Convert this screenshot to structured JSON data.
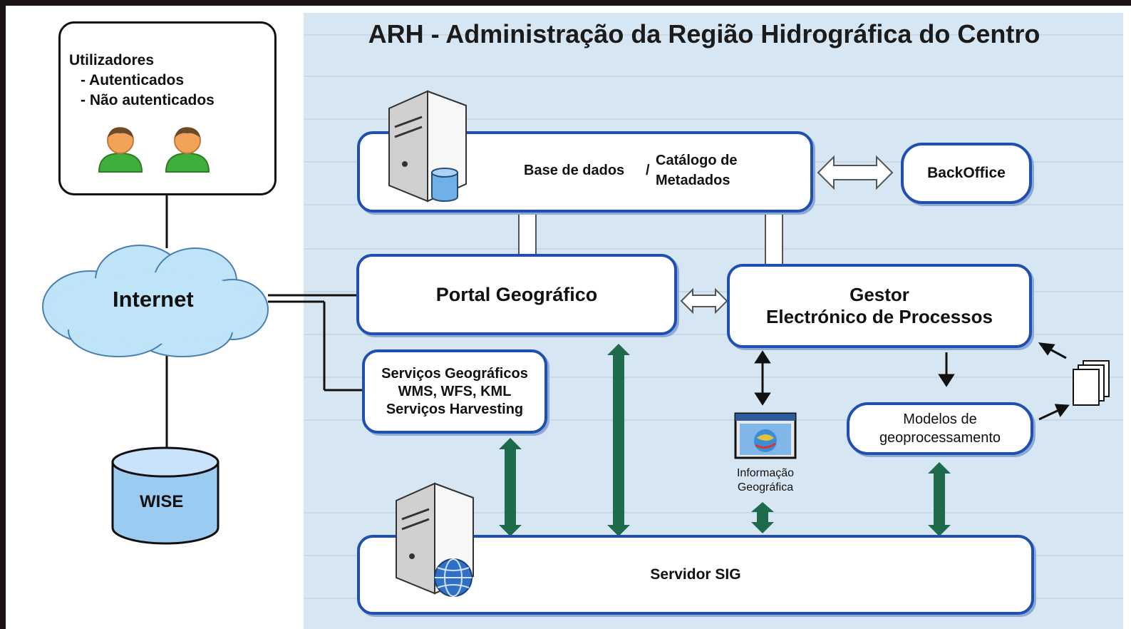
{
  "title": "ARH - Administração da Região Hidrográfica do Centro",
  "users": {
    "heading": "Utilizadores",
    "items": [
      "- Autenticados",
      "- Não autenticados"
    ]
  },
  "internet": "Internet",
  "wise": "WISE",
  "nodes": {
    "database": "Base de dados",
    "database_sep": "/",
    "catalog_line1": "Catálogo de",
    "catalog_line2": "Metadados",
    "backoffice": "BackOffice",
    "portal": "Portal Geográfico",
    "gestor_line1": "Gestor",
    "gestor_line2": "Electrónico de Processos",
    "services_line1": "Serviços Geográficos",
    "services_line2": "WMS, WFS, KML",
    "services_line3": "Serviços Harvesting",
    "models_line1": "Modelos de",
    "models_line2": "geoprocessamento",
    "info_line1": "Informação",
    "info_line2": "Geográfica",
    "server": "Servidor SIG"
  },
  "colors": {
    "box_border": "#1f4fb0",
    "arrow_green": "#1d6b4a",
    "panel_bg": "#d7e6f3",
    "cloud": "#bfe3f7",
    "cylinder": "#9ccbf2"
  }
}
